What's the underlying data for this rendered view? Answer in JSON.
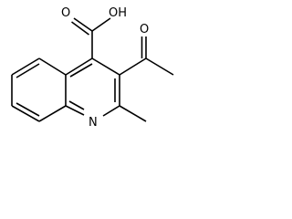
{
  "atoms": {
    "hydroxyl": "OH",
    "carboxyl_oxygen": "O",
    "acetyl_oxygen": "O",
    "ring_nitrogen": "N"
  },
  "colors": {
    "bond": "#000000",
    "background": "#ffffff"
  }
}
